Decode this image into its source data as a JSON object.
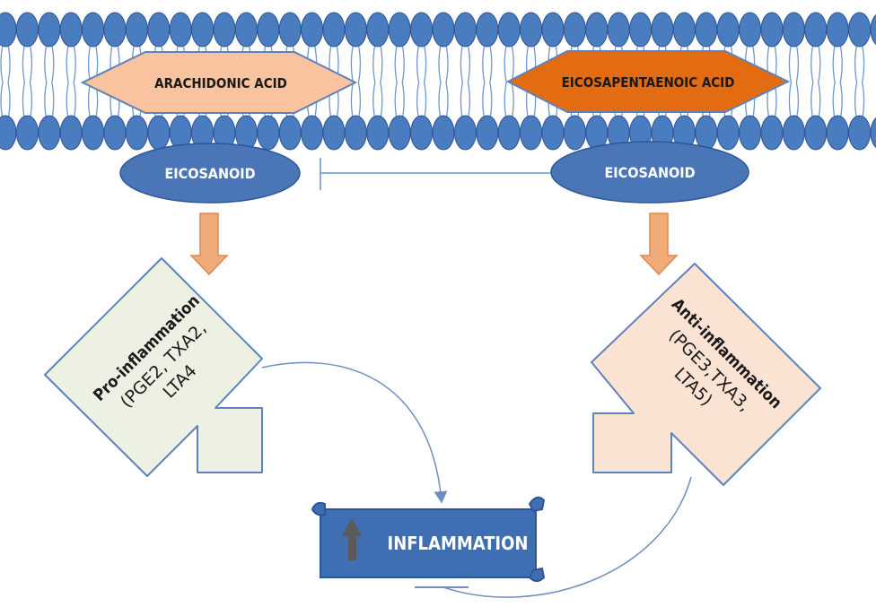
{
  "fatty_acids": {
    "left": "ARACHIDONIC ACID",
    "right": "EICOSAPENTAENOIC ACID"
  },
  "eicosanoids": {
    "left": "EICOSANOID",
    "right": "EICOSANOID"
  },
  "pro_inflammation": {
    "title": "Pro-inflammation",
    "line1": "(PGE2, TXA2,",
    "line2": "LTA4"
  },
  "anti_inflammation": {
    "title": "Anti-inflammation",
    "line1": "(PGE3,TXA3,",
    "line2": "LTA5)"
  },
  "outcome": {
    "label": "INFLAMMATION"
  },
  "colors": {
    "membrane_head": "#4a7cc0",
    "membrane_tail": "#6f97cc",
    "arachidonic_fill": "#f8c39e",
    "epa_fill": "#e36c12",
    "eicosanoid_fill": "#4a76b7",
    "flow_arrow": "#f0ab79",
    "pro_box": "#ecf1e4",
    "anti_box": "#fbe3d4",
    "banner": "#3f6fb2",
    "up_arrow": "#5a5a5a"
  }
}
